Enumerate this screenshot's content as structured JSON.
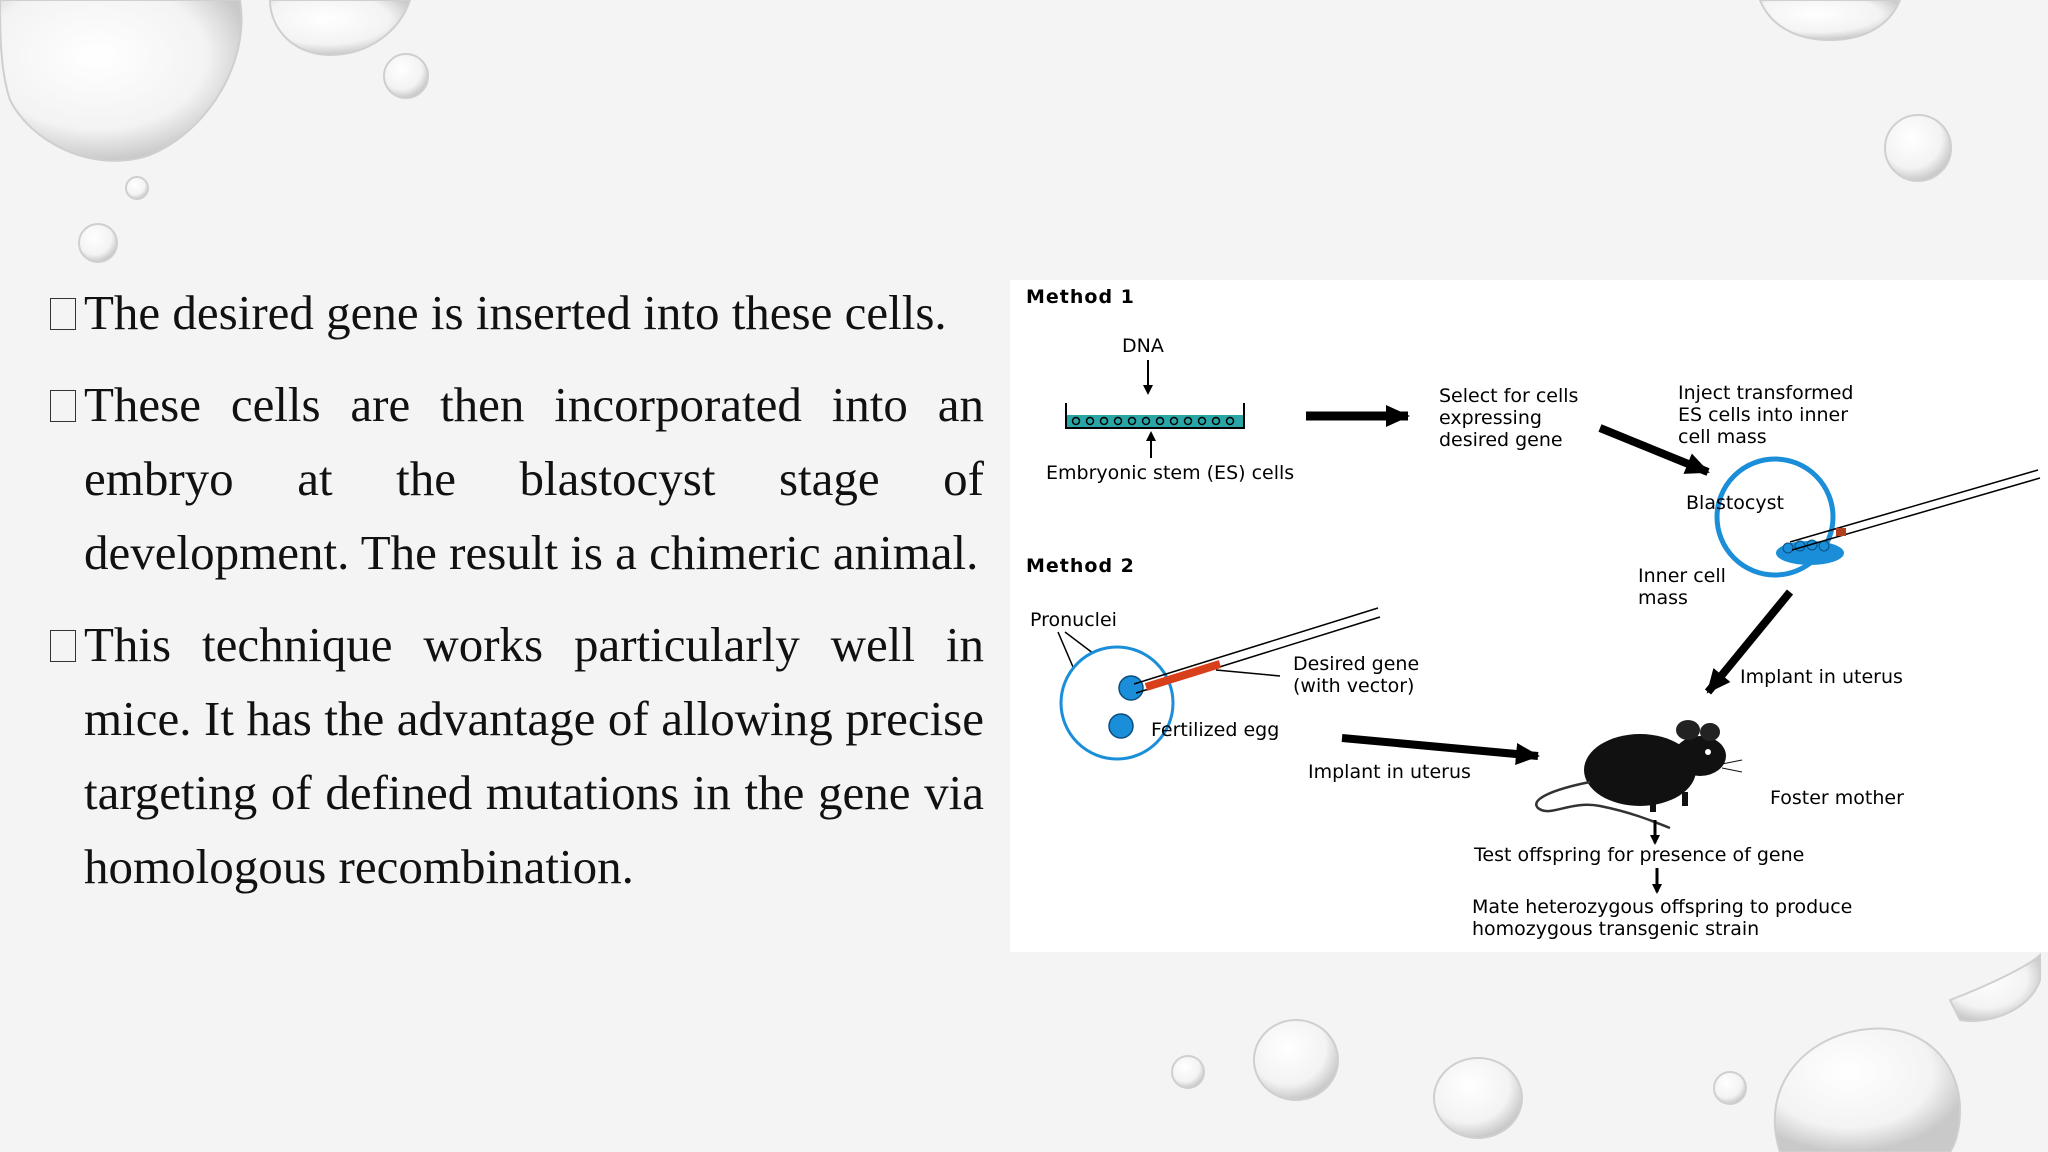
{
  "slide": {
    "bullets": [
      "The desired gene is inserted into these cells.",
      "These cells are then incorporated into an embryo at the blastocyst stage of development. The result is a chimeric animal.",
      "This technique works particularly well in mice. It has the advantage of allowing precise targeting of defined mutations in the gene via homologous recombination."
    ]
  },
  "diagram": {
    "method1": {
      "heading": "Method 1",
      "dna": "DNA",
      "es_cells": "Embryonic stem (ES) cells",
      "select_line1": "Select for cells",
      "select_line2": "expressing",
      "select_line3": "desired gene",
      "inject_line1": "Inject transformed",
      "inject_line2": "ES cells into inner",
      "inject_line3": "cell mass",
      "blastocyst": "Blastocyst",
      "icm_line1": "Inner cell",
      "icm_line2": "mass",
      "implant": "Implant in uterus"
    },
    "method2": {
      "heading": "Method 2",
      "pronuclei": "Pronuclei",
      "gene_line1": "Desired gene",
      "gene_line2": "(with vector)",
      "egg": "Fertilized egg",
      "implant": "Implant in uterus"
    },
    "common": {
      "foster": "Foster mother",
      "test": "Test offspring for presence of gene",
      "mate_line1": "Mate heterozygous offspring to produce",
      "mate_line2": "homozygous transgenic strain"
    }
  },
  "colors": {
    "accent_blue": "#1a8ed8",
    "dish_teal": "#2aa6a6",
    "vector_red": "#d8401c"
  }
}
